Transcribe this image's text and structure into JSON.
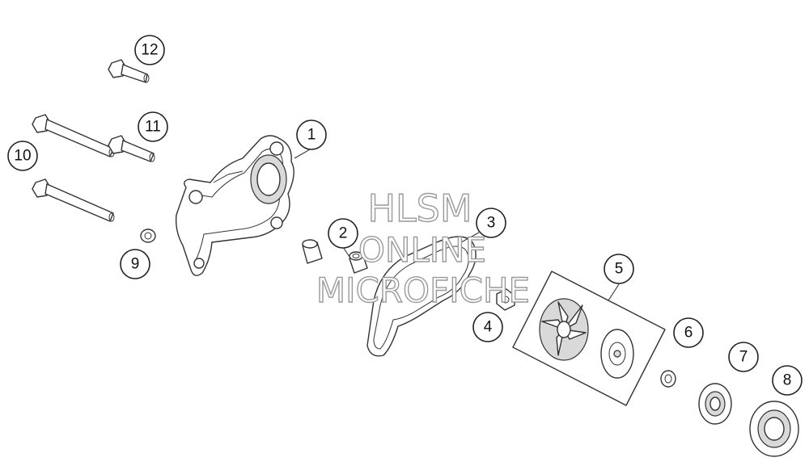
{
  "watermark": {
    "line1": "HLSM",
    "line2": "ONLINE",
    "line3": "MICROFICHE"
  },
  "callouts": [
    {
      "id": "1",
      "label": "1"
    },
    {
      "id": "2",
      "label": "2"
    },
    {
      "id": "3",
      "label": "3"
    },
    {
      "id": "4",
      "label": "4"
    },
    {
      "id": "5",
      "label": "5"
    },
    {
      "id": "6",
      "label": "6"
    },
    {
      "id": "7",
      "label": "7"
    },
    {
      "id": "8",
      "label": "8"
    },
    {
      "id": "9",
      "label": "9"
    },
    {
      "id": "10",
      "label": "10"
    },
    {
      "id": "11",
      "label": "11"
    },
    {
      "id": "12",
      "label": "12"
    }
  ]
}
